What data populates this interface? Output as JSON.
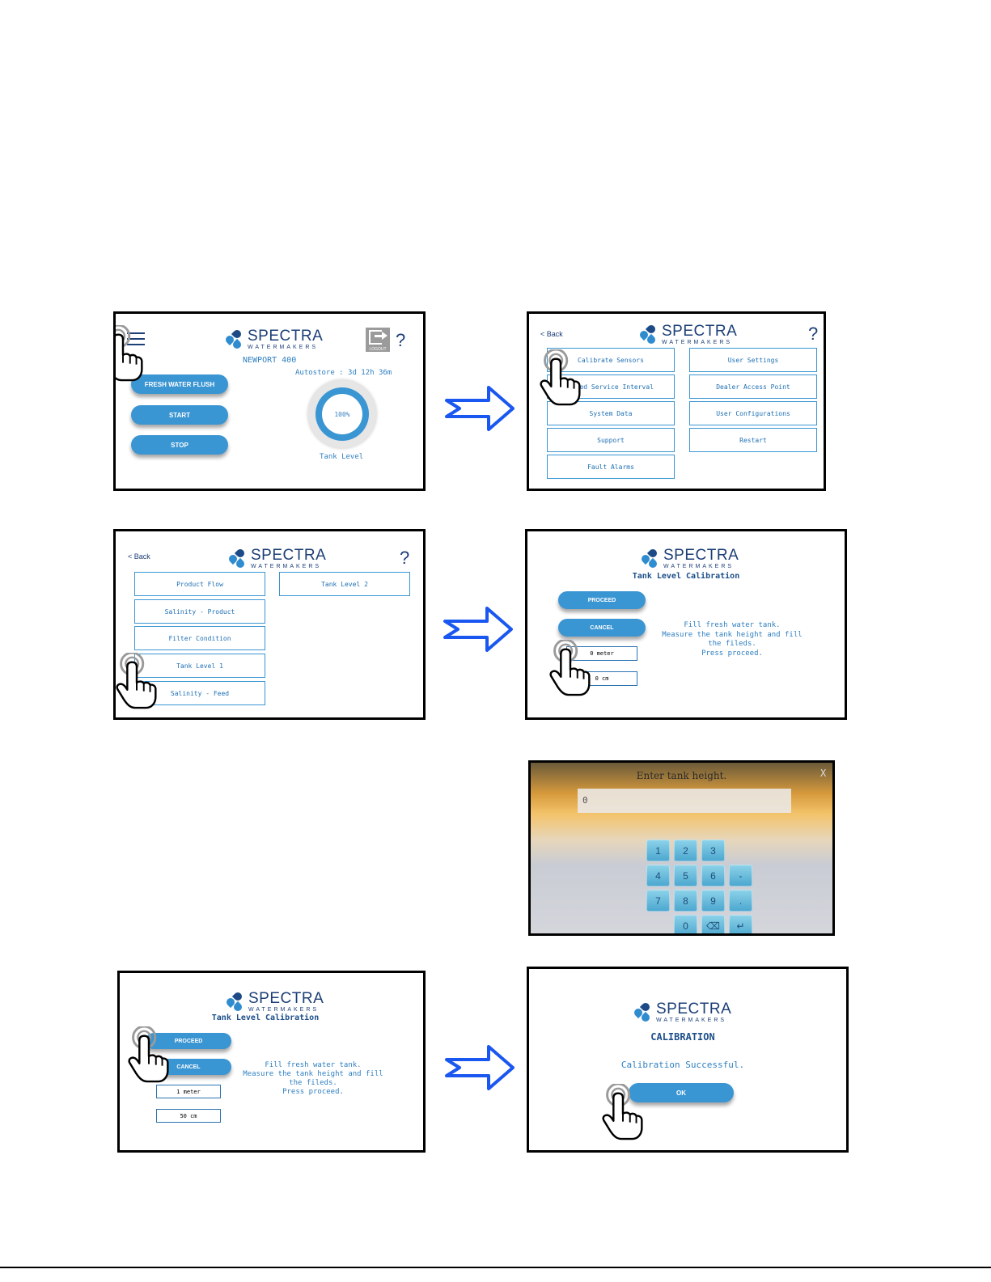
{
  "brand": {
    "name": "SPECTRA",
    "sub": "WATERMAKERS"
  },
  "common": {
    "back_label": "Back",
    "help_label": "?"
  },
  "screen1": {
    "model": "NEWPORT 400",
    "autostore": "Autostore : 3d 12h 36m",
    "buttons": [
      "FRESH WATER FLUSH",
      "START",
      "STOP"
    ],
    "tank_percent": 100,
    "tank_percent_label": "100%",
    "tank_label": "Tank Level",
    "logout_label": "LOGOUT"
  },
  "screen2": {
    "menu_left": [
      "Calibrate Sensors",
      "mated Service Interval",
      "System Data",
      "Support",
      "Fault Alarms"
    ],
    "menu_right": [
      "User Settings",
      "Dealer Access Point",
      "User Configurations",
      "Restart"
    ]
  },
  "screen3": {
    "sensors_left": [
      "Product Flow",
      "Salinity - Product",
      "Filter Condition",
      "Tank Level 1",
      "Salinity - Feed"
    ],
    "sensors_right": [
      "Tank Level 2"
    ]
  },
  "screen4": {
    "title": "Tank Level Calibration",
    "proceed": "PROCEED",
    "cancel": "CANCEL",
    "instr": [
      "Fill fresh water tank.",
      "Measure the tank height and fill",
      "the fileds.",
      "Press proceed."
    ],
    "field_meter": "0 meter",
    "field_cm": "0 cm"
  },
  "keypad": {
    "prompt": "Enter tank height.",
    "value": "0",
    "close": "X",
    "keys": [
      "1",
      "2",
      "3",
      "4",
      "5",
      "6",
      "-",
      "7",
      "8",
      "9",
      ".",
      "0",
      "⌫",
      "↵"
    ]
  },
  "screen5": {
    "title": "Tank Level Calibration",
    "proceed": "PROCEED",
    "cancel": "CANCEL",
    "instr": [
      "Fill fresh water tank.",
      "Measure the tank height and fill",
      "the fileds.",
      "Press proceed."
    ],
    "field_meter": "1 meter",
    "field_cm": "50 cm"
  },
  "screen6": {
    "title": "CALIBRATION",
    "message": "Calibration Successful.",
    "ok": "OK"
  }
}
